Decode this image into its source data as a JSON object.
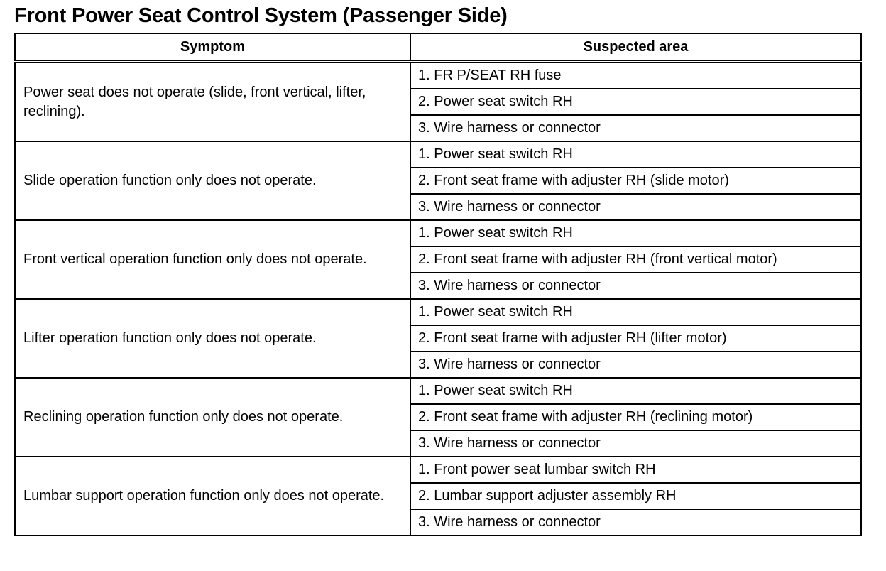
{
  "title": "Front Power Seat Control System (Passenger Side)",
  "table": {
    "headers": [
      "Symptom",
      "Suspected area"
    ],
    "rows": [
      {
        "symptom": "Power seat does not operate (slide, front vertical, lifter, reclining).",
        "areas": [
          "1. FR P/SEAT RH fuse",
          "2. Power seat switch RH",
          "3. Wire harness or connector"
        ]
      },
      {
        "symptom": "Slide operation function only does not operate.",
        "areas": [
          "1. Power seat switch RH",
          "2. Front seat frame with adjuster RH (slide motor)",
          "3. Wire harness or connector"
        ]
      },
      {
        "symptom": "Front vertical operation function only does not operate.",
        "areas": [
          "1. Power seat switch RH",
          "2. Front seat frame with adjuster RH (front vertical motor)",
          "3. Wire harness or connector"
        ]
      },
      {
        "symptom": "Lifter operation function only does not operate.",
        "areas": [
          "1. Power seat switch RH",
          "2. Front seat frame with adjuster RH (lifter motor)",
          "3. Wire harness or connector"
        ]
      },
      {
        "symptom": "Reclining operation function only does not operate.",
        "areas": [
          "1. Power seat switch RH",
          "2. Front seat frame with adjuster RH (reclining motor)",
          "3. Wire harness or connector"
        ]
      },
      {
        "symptom": "Lumbar support operation function only does not operate.",
        "areas": [
          "1. Front power seat lumbar switch RH",
          "2. Lumbar support adjuster assembly RH",
          "3. Wire harness or connector"
        ]
      }
    ]
  }
}
